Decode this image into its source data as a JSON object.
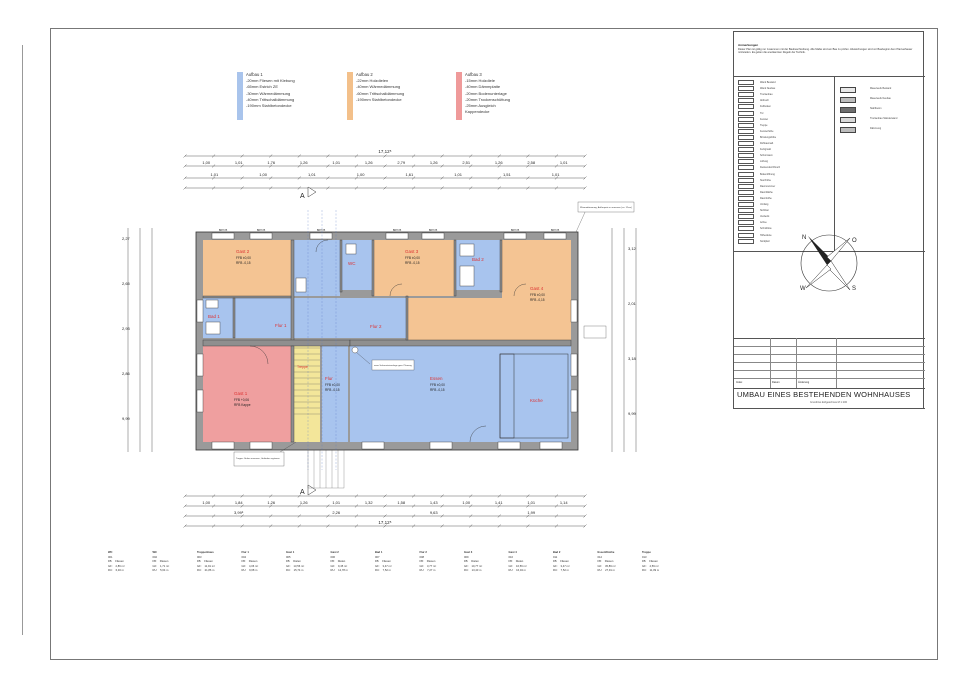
{
  "sheet_title": "UMBAU EINES BESTEHENDEN WOHNHAUSES",
  "sheet_subtitle": "Grundriss Erdgeschoss M 1:100",
  "legend_header": "Anmerkungen",
  "legend_intro": "Dieser Plan ist gültig nur zusammen mit der Baubeschreibung. Alle Maße sind am Bau zu prüfen. Abweichungen sind vor Baubeginn dem Planverfasser mitzuteilen. Es gelten die anerkannten Regeln der Technik.",
  "legend_left": [
    "Wand Bestand",
    "Wand Neubau",
    "Trockenbau",
    "Abbruch",
    "Fußboden",
    "Tür",
    "Fenster",
    "Treppe",
    "Fensterhöhe",
    "Brüstungshöhe",
    "Rohbaumaß",
    "Fertigmaß",
    "Schornstein",
    "Lüftung",
    "Deckendurchbruch",
    "Bodenöffnung",
    "Sturzhöhe",
    "Raumnummer",
    "Raumfläche",
    "Raumhöhe",
    "Umfang",
    "Sichtbar",
    "Verdeckt",
    "Achse",
    "Schnittlinie",
    "Höhenkote",
    "Nordpfeil"
  ],
  "legend_right": [
    "Mauerwerk Bestand",
    "Mauerwerk Neubau",
    "Stahlbeton",
    "Trockenbau Ständerwand",
    "Dämmung"
  ],
  "north_label": "N",
  "compass_labels": [
    "N",
    "O",
    "S",
    "W"
  ],
  "section_markers": [
    "A",
    "A"
  ],
  "title_rows": [
    [
      "Index",
      "Datum",
      "Änderung"
    ]
  ],
  "buildups": [
    {
      "title": "Aufbau 1",
      "lines": [
        "-20mm  Fliesen mit Klebung",
        "-65mm  Estrich ZE",
        "-30mm  Wärmedämmung",
        "-40mm  Trittschalldämmung",
        "-190mm Stahlbetondecke"
      ],
      "color": "#a9c4ec"
    },
    {
      "title": "Aufbau 2",
      "lines": [
        "-22mm  Holzdielen",
        "-40mm  Wärmedämmung",
        "-60mm  Trittschalldämmung",
        "-190mm Stahlbetondecke"
      ],
      "color": "#f3c08a"
    },
    {
      "title": "Aufbau 3",
      "lines": [
        "-15mm  Holzdiele",
        "-40mm  Dämmplatte",
        "-20mm  Bodenunterlage",
        "-20mm  Trockenschüttung",
        "-25mm  Ausgleich",
        "Kappendecke"
      ],
      "color": "#ef9a9a"
    }
  ],
  "plan_rooms": [
    {
      "id": "gast2a",
      "name": "Gast 2",
      "info1": "FFB ±0,00",
      "info2": "RFB -0,15",
      "color": "#f4c493"
    },
    {
      "id": "bad1",
      "name": "Bad 1",
      "info1": "",
      "info2": "",
      "color": "#a8c4ee"
    },
    {
      "id": "flur1",
      "name": "Flur 1",
      "info1": "",
      "info2": "",
      "color": "#a8c4ee"
    },
    {
      "id": "wc",
      "name": "WC",
      "info1": "",
      "info2": "",
      "color": "#a8c4ee"
    },
    {
      "id": "gast3",
      "name": "Gast 3",
      "info1": "FFB ±0,00",
      "info2": "RFB -0,15",
      "color": "#f4c493"
    },
    {
      "id": "bad2",
      "name": "Bad 2",
      "info1": "",
      "info2": "",
      "color": "#a8c4ee"
    },
    {
      "id": "gast4",
      "name": "Gast 4",
      "info1": "FFB ±0,00",
      "info2": "RFB -0,15",
      "color": "#f4c493"
    },
    {
      "id": "flur2",
      "name": "Flur 2",
      "info1": "",
      "info2": "",
      "color": "#a8c4ee"
    },
    {
      "id": "gast1",
      "name": "Gast 1",
      "info1": "FFB +0,06",
      "info2": "RFB Kappe",
      "color": "#ef9f9f"
    },
    {
      "id": "treppe",
      "name": "Treppe",
      "info1": "",
      "info2": "",
      "color": "#f3e69a"
    },
    {
      "id": "flur",
      "name": "Flur",
      "info1": "FFB ±0,00",
      "info2": "RFB -0,15",
      "color": "#a8c4ee"
    },
    {
      "id": "essen",
      "name": "Essen",
      "info1": "FFB ±0,00",
      "info2": "RFB -0,15",
      "color": "#a8c4ee"
    },
    {
      "id": "kueche",
      "name": "Küche",
      "info1": "",
      "info2": "",
      "color": "#a8c4ee"
    }
  ],
  "dim_top_total": "17,12⁵",
  "dim_bottom_total": "17,12⁵",
  "dim_top_row1": [
    "1,00",
    "1,01",
    "1,76",
    "1,26",
    "1,01",
    "1,26",
    "2,79",
    "1,26",
    "2,51",
    "1,26",
    "2,58",
    "1,01"
  ],
  "dim_top_row2": [
    "1,01",
    "1,00",
    "1,01",
    "1,00",
    "1,61",
    "1,01",
    "1,51",
    "1,01"
  ],
  "dim_bottom_row1": [
    "1,00",
    "1,84",
    "1,26",
    "1,26",
    "1,01",
    "1,32",
    "1,58",
    "1,43",
    "1,00",
    "1,41",
    "1,01",
    "1,14"
  ],
  "dim_bottom_row2": [
    "3,99⁵",
    "2,26",
    "9,63",
    "1,99"
  ],
  "dim_left": [
    "2,27",
    "2,65",
    "2,93",
    "2,86",
    "9,99"
  ],
  "dim_right": [
    "3,12",
    "2,01",
    "3,18",
    "9,99"
  ],
  "callouts": [
    "Wärmedämmung, Außenputz zu erneuern (ca. 12cm)",
    "neue Schornsteinanlage gem. Planung",
    "Treppe: Stufen erneuern, Geländer ergänzen"
  ],
  "room_table": [
    {
      "name": "WC",
      "nr": "001",
      "belag": "Fliesen",
      "area": "2,86 m²",
      "umf": "6,46 m"
    },
    {
      "name": "WC",
      "nr": "002",
      "belag": "Fliesen",
      "area": "1,71 m²",
      "umf": "5,64 m"
    },
    {
      "name": "Treppenhaus",
      "nr": "003",
      "belag": "Fliesen",
      "area": "11,91 m²",
      "umf": "21,86 m"
    },
    {
      "name": "Flur 1",
      "nr": "004",
      "belag": "Fliesen",
      "area": "4,06 m²",
      "umf": "9,68 m"
    },
    {
      "name": "Gast 1",
      "nr": "005",
      "belag": "Dielen",
      "area": "13,56 m²",
      "umf": "15,74 m"
    },
    {
      "name": "Gast 2",
      "nr": "006",
      "belag": "Dielen",
      "area": "9,45 m²",
      "umf": "12,78 m"
    },
    {
      "name": "Bad 1",
      "nr": "007",
      "belag": "Fliesen",
      "area": "3,47 m²",
      "umf": "7,52 m"
    },
    {
      "name": "Flur 2",
      "nr": "008",
      "belag": "Fliesen",
      "area": "3,77 m²",
      "umf": "7,27 m"
    },
    {
      "name": "Gast 3",
      "nr": "009",
      "belag": "Dielen",
      "area": "10,77 m²",
      "umf": "13,43 m"
    },
    {
      "name": "Gast 4",
      "nr": "010",
      "belag": "Dielen",
      "area": "16,56 m²",
      "umf": "16,04 m"
    },
    {
      "name": "Bad 2",
      "nr": "011",
      "belag": "Fliesen",
      "area": "3,47 m²",
      "umf": "7,52 m"
    },
    {
      "name": "Essen/Küche",
      "nr": "012",
      "belag": "Fliesen",
      "area": "45,89 m²",
      "umf": "27,91 m"
    },
    {
      "name": "Treppe",
      "nr": "013",
      "belag": "Fliesen",
      "area": "4,59 m²",
      "umf": "11,09 m"
    }
  ],
  "room_table_labels": {
    "belag": "FB:",
    "area": "GF:",
    "umf": "RU:"
  },
  "window_labels": [
    "BRH 85",
    "BRH 85",
    "BRH 85",
    "BRH 85",
    "BRH 85",
    "BRH 85",
    "BRH 85",
    "BRH 85",
    "BRH 85"
  ]
}
